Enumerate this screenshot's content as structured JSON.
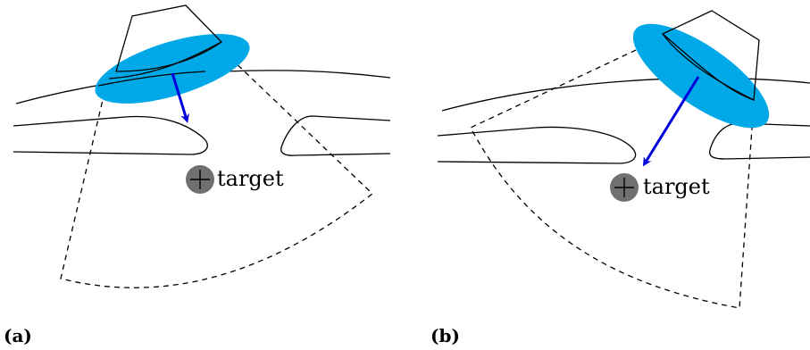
{
  "colors": {
    "probe_footprint": "#00A8E8",
    "direction_arrow": "#0000DD",
    "target_marker": "#707070",
    "outline": "#000000"
  },
  "panels": [
    {
      "id": "a",
      "label": "(a)",
      "target_label": "target"
    },
    {
      "id": "b",
      "label": "(b)",
      "target_label": "target"
    }
  ]
}
